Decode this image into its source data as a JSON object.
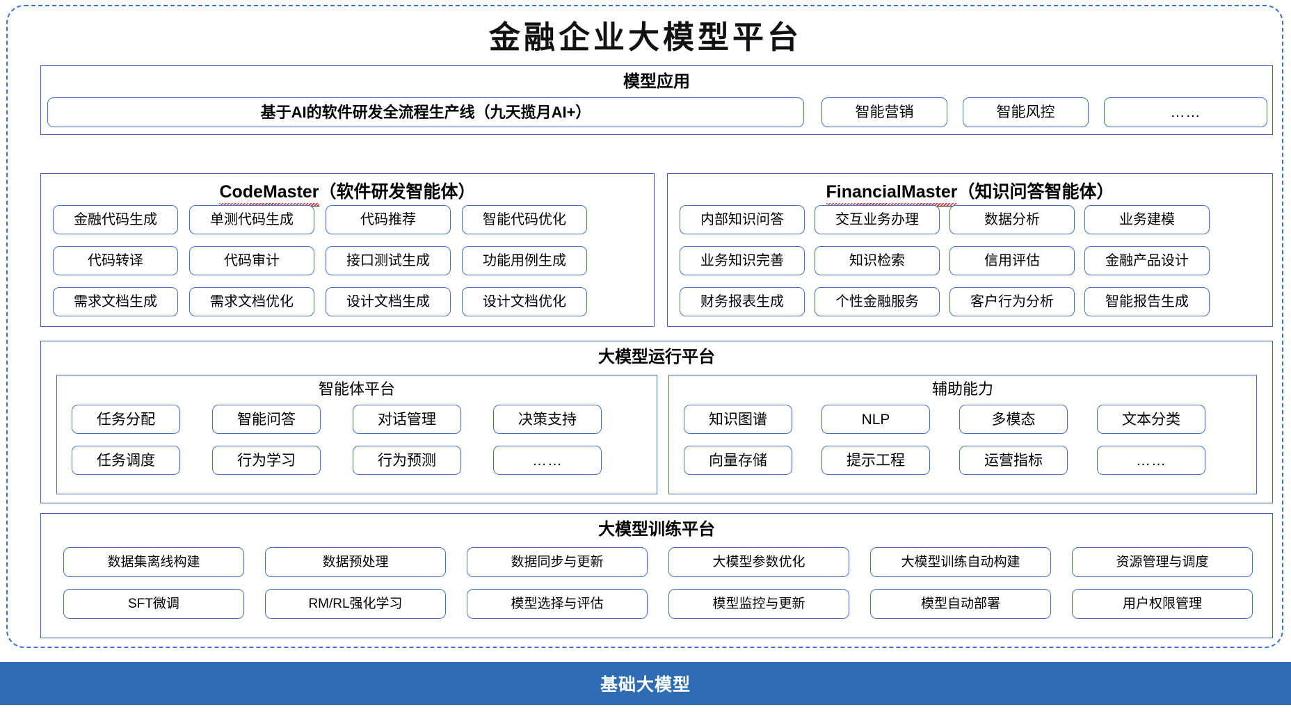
{
  "title": "金融企业大模型平台",
  "colors": {
    "frame_border": "#3b6fd4",
    "section_border": "#3f68b0",
    "pill_border": "#4472C4",
    "foundation_bar": "#2E6DB4",
    "spellcheck_underline": "#e02020"
  },
  "sections": {
    "model_application": {
      "title": "模型应用",
      "primary": "基于AI的软件研发全流程生产线（九天揽月AI+）",
      "items": [
        "智能营销",
        "智能风控",
        "……"
      ]
    },
    "agents": [
      {
        "name": "CodeMaster",
        "name_suffix": "（软件研发智能体）",
        "items": [
          "金融代码生成",
          "单测代码生成",
          "代码推荐",
          "智能代码优化",
          "代码转译",
          "代码审计",
          "接口测试生成",
          "功能用例生成",
          "需求文档生成",
          "需求文档优化",
          "设计文档生成",
          "设计文档优化"
        ]
      },
      {
        "name": "FinancialMaster",
        "name_suffix": "（知识问答智能体）",
        "items": [
          "内部知识问答",
          "交互业务办理",
          "数据分析",
          "业务建模",
          "业务知识完善",
          "知识检索",
          "信用评估",
          "金融产品设计",
          "财务报表生成",
          "个性金融服务",
          "客户行为分析",
          "智能报告生成"
        ]
      }
    ],
    "runtime_platform": {
      "title": "大模型运行平台",
      "subsections": [
        {
          "title": "智能体平台",
          "items": [
            "任务分配",
            "智能问答",
            "对话管理",
            "决策支持",
            "任务调度",
            "行为学习",
            "行为预测",
            "……"
          ]
        },
        {
          "title": "辅助能力",
          "items": [
            "知识图谱",
            "NLP",
            "多模态",
            "文本分类",
            "向量存储",
            "提示工程",
            "运营指标",
            "……"
          ]
        }
      ]
    },
    "training_platform": {
      "title": "大模型训练平台",
      "items": [
        "数据集离线构建",
        "数据预处理",
        "数据同步与更新",
        "大模型参数优化",
        "大模型训练自动构建",
        "资源管理与调度",
        "SFT微调",
        "RM/RL强化学习",
        "模型选择与评估",
        "模型监控与更新",
        "模型自动部署",
        "用户权限管理"
      ]
    },
    "foundation": {
      "label": "基础大模型"
    }
  }
}
